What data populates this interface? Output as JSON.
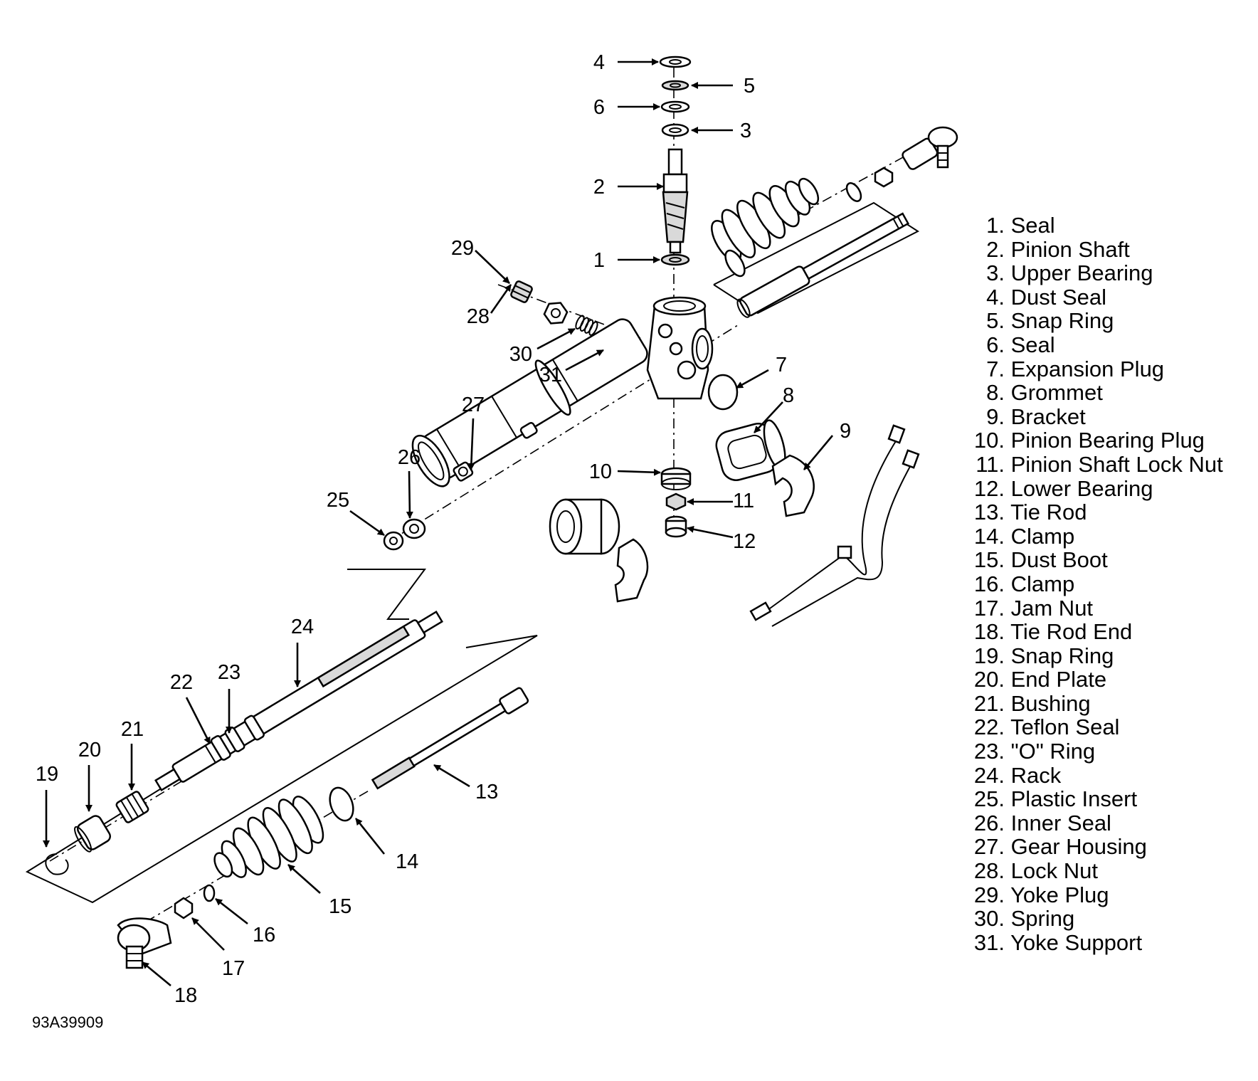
{
  "legend": {
    "items": [
      {
        "number": "1.",
        "name": "Seal"
      },
      {
        "number": "2.",
        "name": "Pinion Shaft"
      },
      {
        "number": "3.",
        "name": "Upper Bearing"
      },
      {
        "number": "4.",
        "name": "Dust Seal"
      },
      {
        "number": "5.",
        "name": "Snap Ring"
      },
      {
        "number": "6.",
        "name": "Seal"
      },
      {
        "number": "7.",
        "name": "Expansion Plug"
      },
      {
        "number": "8.",
        "name": "Grommet"
      },
      {
        "number": "9.",
        "name": "Bracket"
      },
      {
        "number": "10.",
        "name": "Pinion Bearing Plug"
      },
      {
        "number": "11.",
        "name": "Pinion Shaft Lock Nut"
      },
      {
        "number": "12.",
        "name": "Lower Bearing"
      },
      {
        "number": "13.",
        "name": "Tie Rod"
      },
      {
        "number": "14.",
        "name": "Clamp"
      },
      {
        "number": "15.",
        "name": "Dust Boot"
      },
      {
        "number": "16.",
        "name": "Clamp"
      },
      {
        "number": "17.",
        "name": "Jam Nut"
      },
      {
        "number": "18.",
        "name": "Tie Rod End"
      },
      {
        "number": "19.",
        "name": "Snap Ring"
      },
      {
        "number": "20.",
        "name": "End Plate"
      },
      {
        "number": "21.",
        "name": "Bushing"
      },
      {
        "number": "22.",
        "name": "Teflon Seal"
      },
      {
        "number": "23.",
        "name": "\"O\" Ring"
      },
      {
        "number": "24.",
        "name": "Rack"
      },
      {
        "number": "25.",
        "name": "Plastic Insert"
      },
      {
        "number": "26.",
        "name": "Inner Seal"
      },
      {
        "number": "27.",
        "name": "Gear Housing"
      },
      {
        "number": "28.",
        "name": "Lock Nut"
      },
      {
        "number": "29.",
        "name": "Yoke Plug"
      },
      {
        "number": "30.",
        "name": "Spring"
      },
      {
        "number": "31.",
        "name": "Yoke Support"
      }
    ]
  },
  "callouts": [
    "1",
    "2",
    "3",
    "4",
    "5",
    "6",
    "7",
    "8",
    "9",
    "10",
    "11",
    "12",
    "13",
    "14",
    "15",
    "16",
    "17",
    "18",
    "19",
    "20",
    "21",
    "22",
    "23",
    "24",
    "25",
    "26",
    "27",
    "28",
    "29",
    "30",
    "31"
  ],
  "figure_code": "93A39909"
}
